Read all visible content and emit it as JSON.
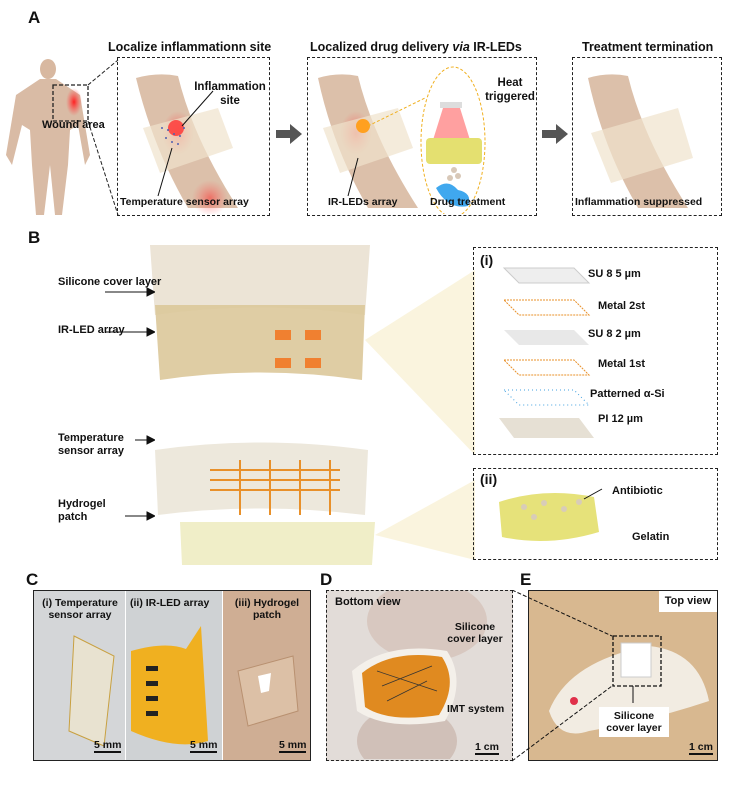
{
  "panel_a": {
    "label": "A",
    "titles": [
      "Localize inflammationn site",
      "Localized drug delivery via IR-LEDs",
      "Treatment termination"
    ],
    "title2_parts": [
      "Localized drug delivery ",
      "via",
      " IR-LEDs"
    ],
    "wound_area": "Wound area",
    "inflammation_site": "Inflammation site",
    "temperature_sensor_array": "Temperature sensor array",
    "heat_triggered": "Heat triggered",
    "ir_leds_array": "IR-LEDs array",
    "drug_treatment": "Drug treatment",
    "inflammation_suppressed": "Inflammation suppressed"
  },
  "panel_b": {
    "label": "B",
    "layers": [
      "Silicone cover layer",
      "IR-LED array",
      "Temperature sensor array",
      "Hydrogel patch"
    ],
    "inset_i": {
      "label": "(i)",
      "layers": [
        "SU 8 5 µm",
        "Metal 2st",
        "SU 8 2 µm",
        "Metal 1st",
        "Patterned α-Si",
        "PI 12 µm"
      ]
    },
    "inset_ii": {
      "label": "(ii)",
      "items": [
        "Antibiotic",
        "Gelatin"
      ]
    }
  },
  "panel_c": {
    "label": "C",
    "subpanels": [
      {
        "tag": "(i)",
        "name": "Temperature sensor array",
        "scale": "5 mm"
      },
      {
        "tag": "(ii)",
        "name": "IR-LED array",
        "scale": "5 mm"
      },
      {
        "tag": "(iii)",
        "name": "Hydrogel patch",
        "scale": "5 mm"
      }
    ]
  },
  "panel_d": {
    "label": "D",
    "view": "Bottom view",
    "silicone": "Silicone cover layer",
    "imt": "IMT system",
    "scale": "1 cm"
  },
  "panel_e": {
    "label": "E",
    "view": "Top view",
    "silicone": "Silicone cover layer",
    "scale": "1 cm"
  }
}
